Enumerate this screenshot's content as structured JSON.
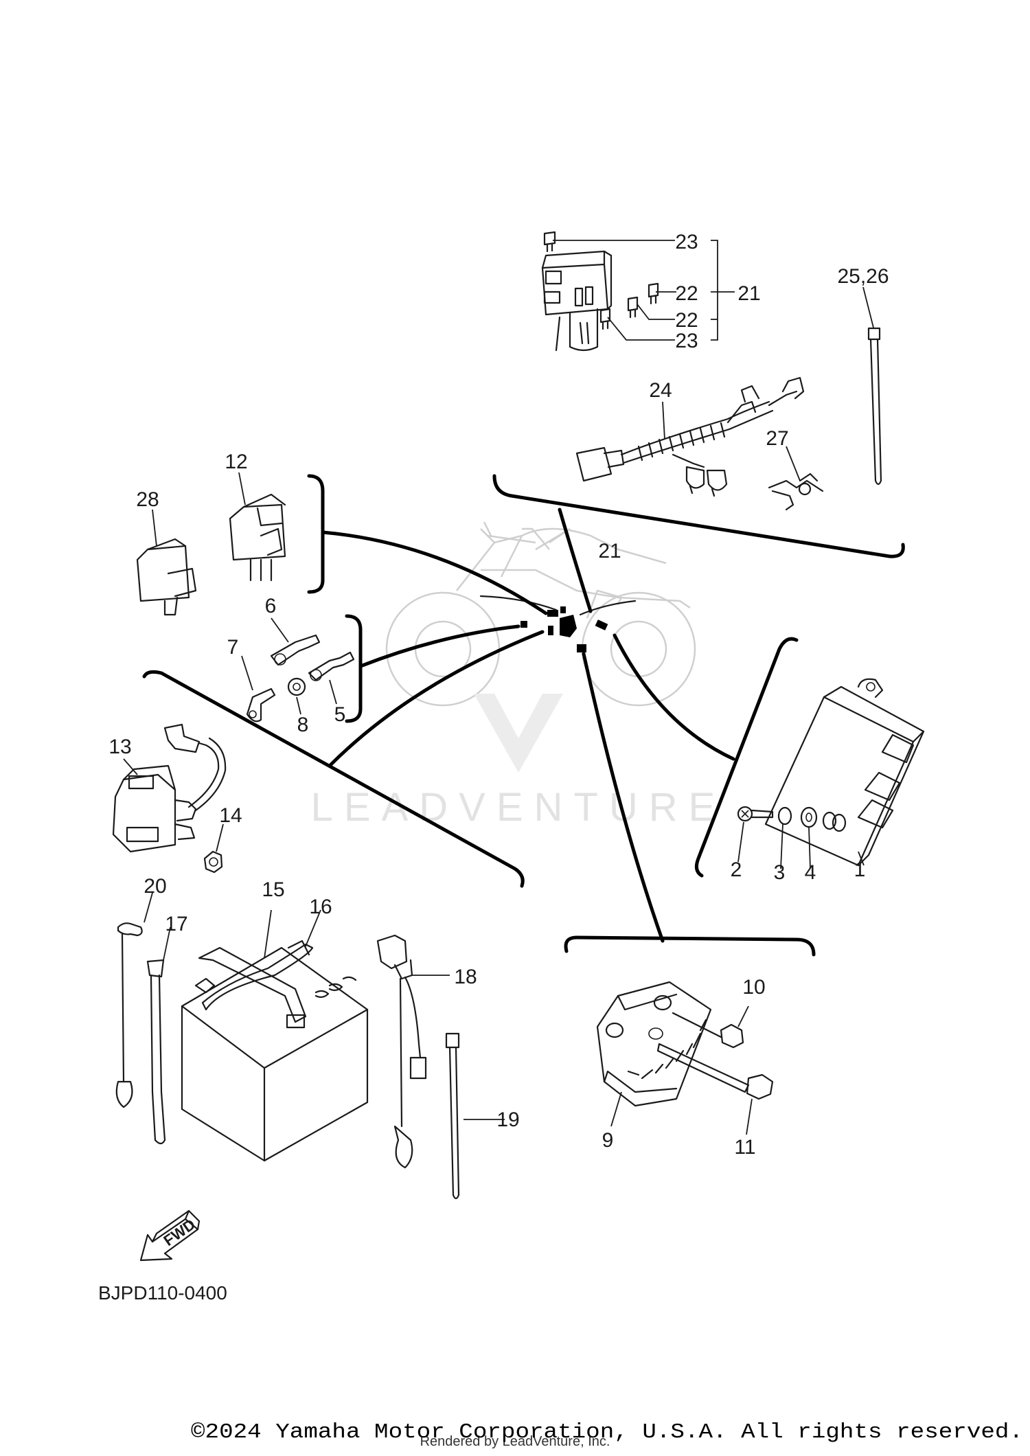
{
  "diagram": {
    "callouts": {
      "c1": "1",
      "c2": "2",
      "c3": "3",
      "c4": "4",
      "c5": "5",
      "c6": "6",
      "c7": "7",
      "c8": "8",
      "c9": "9",
      "c10": "10",
      "c11": "11",
      "c12": "12",
      "c13": "13",
      "c14": "14",
      "c15": "15",
      "c16": "16",
      "c17": "17",
      "c18": "18",
      "c19": "19",
      "c20": "20",
      "c21a": "21",
      "c21b": "21",
      "c22a": "22",
      "c22b": "22",
      "c23a": "23",
      "c23b": "23",
      "c24": "24",
      "c2526": "25,26",
      "c27": "27",
      "c28": "28"
    },
    "fwd_label": "FWD",
    "diagram_code": "BJPD110-0400",
    "watermark": "LEADVENTURE",
    "copyright": "©2024 Yamaha Motor Corporation, U.S.A. All rights reserved.",
    "rendered_by": "Rendered by LeadVenture, Inc."
  }
}
